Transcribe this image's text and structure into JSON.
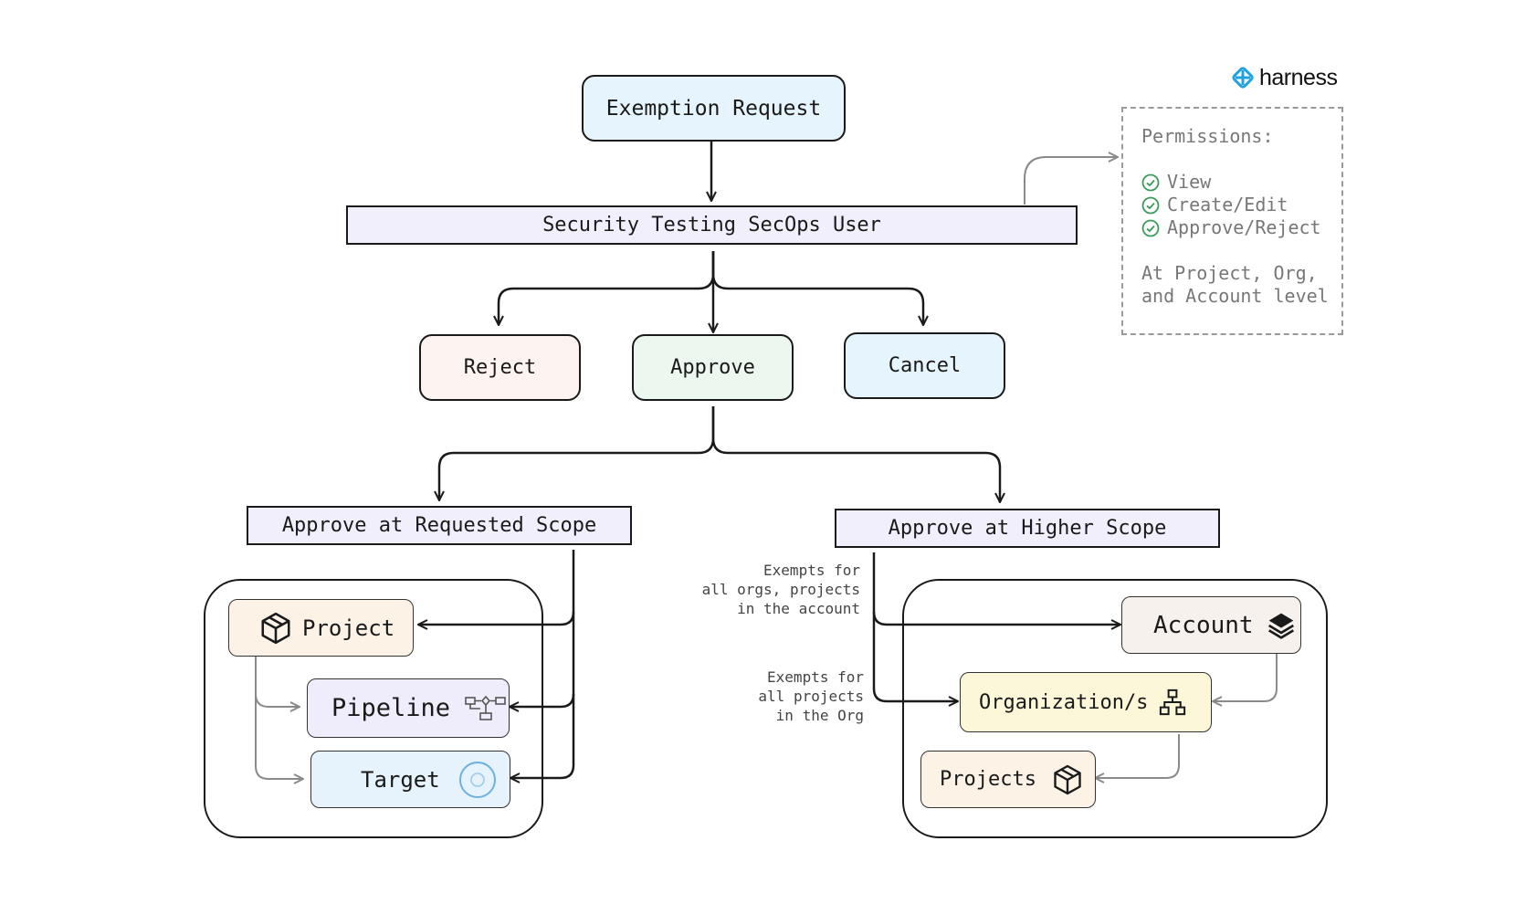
{
  "nodes": {
    "exemption_request": "Exemption Request",
    "secops_user": "Security Testing SecOps User",
    "reject": "Reject",
    "approve": "Approve",
    "cancel": "Cancel",
    "approve_requested_scope": "Approve at Requested Scope",
    "approve_higher_scope": "Approve at Higher Scope"
  },
  "requested_scope_group": {
    "project": "Project",
    "pipeline": "Pipeline",
    "target": "Target"
  },
  "higher_scope_group": {
    "account": "Account",
    "organizations": "Organization/s",
    "projects": "Projects"
  },
  "notes": {
    "account_note": "Exempts for\nall orgs, projects\nin the account",
    "org_note": "Exempts for\nall projects\nin the Org"
  },
  "permissions": {
    "title": "Permissions:",
    "items": [
      "View",
      "Create/Edit",
      "Approve/Reject"
    ],
    "scope_line1": "At Project, Org,",
    "scope_line2": "and Account level"
  },
  "logo": {
    "text": "harness",
    "color": "#1fa3e0"
  },
  "colors": {
    "exemption_request": "#e6f4fd",
    "reject": "#fdf3f0",
    "approve": "#ebf7ef",
    "cancel": "#e6f4fd",
    "bar": "#f0effb",
    "project": "#fdf2e6",
    "pipeline": "#efedfb",
    "target": "#e6f3fc",
    "account": "#f7f1ee",
    "organizations": "#fdf7d9",
    "projects": "#fdf2e6"
  }
}
